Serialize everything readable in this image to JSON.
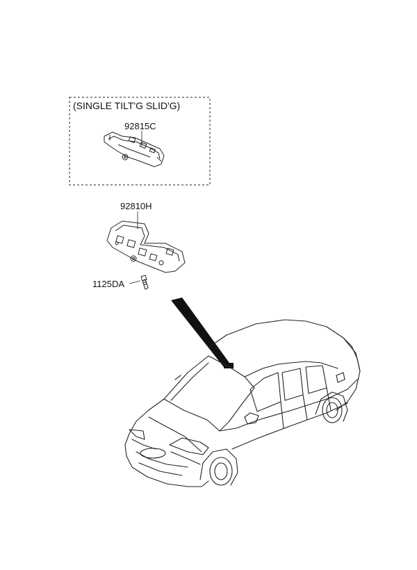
{
  "variant_box": {
    "caption": "(SINGLE TILT'G  SLID'G)",
    "part_number": "92815C"
  },
  "parts": [
    {
      "id": "room-lamp-bracket",
      "part_number": "92810H"
    },
    {
      "id": "screw",
      "part_number": "1125DA"
    }
  ],
  "colors": {
    "line": "#222222",
    "background": "#ffffff",
    "pointer": "#111111"
  }
}
